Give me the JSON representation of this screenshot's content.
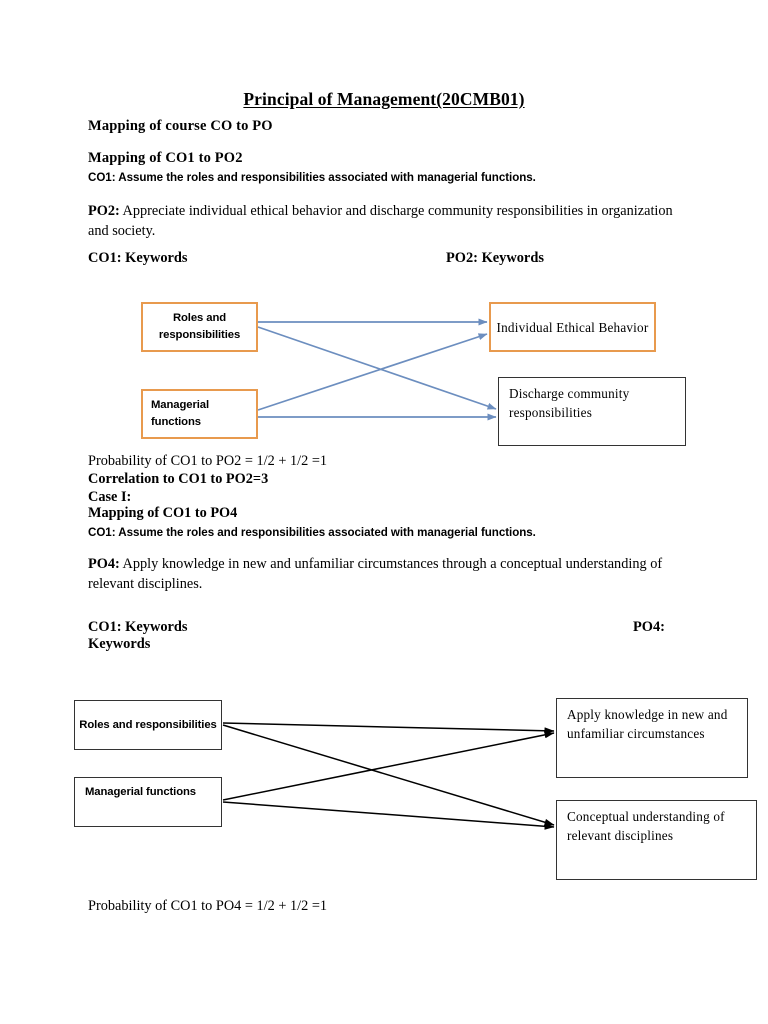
{
  "document": {
    "title": "Principal of Management(20CMB01)",
    "heading_mapping": "Mapping of course CO to PO"
  },
  "section1": {
    "heading": "Mapping of CO1 to PO2",
    "co1_statement": "CO1: Assume the roles and responsibilities associated with managerial functions.",
    "po2_label": "PO2:",
    "po2_statement": " Appreciate individual ethical behavior and discharge community responsibilities in organization and society.",
    "co_keywords_label": "CO1: Keywords",
    "po_keywords_label": "PO2: Keywords",
    "diagram": {
      "left_boxes": [
        {
          "text": "Roles and responsibilities",
          "border_color": "#E89A4E"
        },
        {
          "text": "Managerial functions",
          "border_color": "#E89A4E"
        }
      ],
      "right_boxes": [
        {
          "text": "Individual Ethical Behavior",
          "border_color": "#E89A4E"
        },
        {
          "text": "Discharge community responsibilities",
          "border_color": "#333333"
        }
      ],
      "arrow_color": "#6C8EBF",
      "connections": [
        {
          "from": "Roles and responsibilities",
          "to": "Individual Ethical Behavior"
        },
        {
          "from": "Roles and responsibilities",
          "to": "Discharge community responsibilities"
        },
        {
          "from": "Managerial functions",
          "to": "Individual Ethical Behavior"
        },
        {
          "from": "Managerial functions",
          "to": "Discharge community responsibilities"
        }
      ]
    },
    "probability": "Probability of CO1 to PO2  =  1/2 + 1/2 =1",
    "correlation": "Correlation to CO1 to PO2=3",
    "case": "Case I:"
  },
  "section2": {
    "heading": "Mapping of CO1 to PO4",
    "co1_statement": "CO1: Assume the roles and responsibilities associated with managerial functions.",
    "po4_label": "PO4:",
    "po4_statement": "  Apply knowledge in new and unfamiliar circumstances through a conceptual understanding of relevant disciplines.",
    "co_keywords_label": "CO1: Keywords",
    "po_keywords_label": "PO4:",
    "po_keywords_label_wrap": "Keywords",
    "diagram": {
      "left_boxes": [
        {
          "text": "Roles and responsibilities",
          "border_color": "#333333"
        },
        {
          "text": "Managerial functions",
          "border_color": "#333333"
        }
      ],
      "right_boxes": [
        {
          "text": "Apply knowledge in new and unfamiliar circumstances",
          "border_color": "#333333"
        },
        {
          "text": "Conceptual understanding of relevant disciplines",
          "border_color": "#333333"
        }
      ],
      "arrow_color": "#000000",
      "connections": [
        {
          "from": "Roles and responsibilities",
          "to": "Apply knowledge in new and unfamiliar circumstances"
        },
        {
          "from": "Roles and responsibilities",
          "to": "Conceptual understanding of relevant disciplines"
        },
        {
          "from": "Managerial functions",
          "to": "Apply knowledge in new and unfamiliar circumstances"
        },
        {
          "from": "Managerial functions",
          "to": "Conceptual understanding of relevant disciplines"
        }
      ]
    },
    "probability": "Probability of CO1 to PO4  =  1/2 + 1/2 =1"
  }
}
